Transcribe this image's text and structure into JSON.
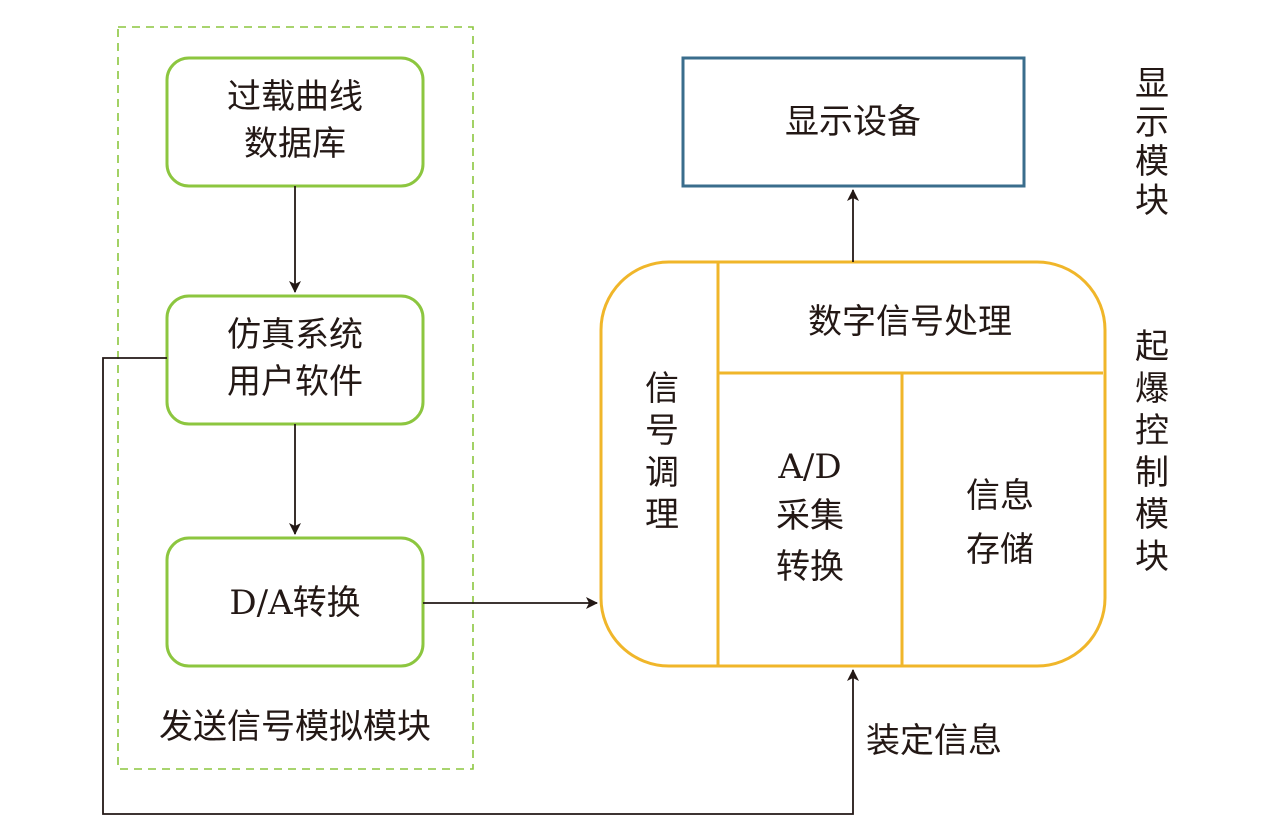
{
  "sender_module": {
    "label": "发送信号模拟模块",
    "database": [
      "过载曲线",
      "数据库"
    ],
    "simulation": [
      "仿真系统",
      "用户软件"
    ],
    "da_conversion": "D/A转换"
  },
  "display_module": {
    "label": "显示模块",
    "device": "显示设备"
  },
  "detonation_module": {
    "label": "起爆控制模块",
    "digital_processing": "数字信号处理",
    "signal_conditioning": "信号调理",
    "ad_acquisition": [
      "A/D",
      "采集",
      "转换"
    ],
    "info_storage": [
      "信息",
      "存储"
    ]
  },
  "loading_info": "装定信息",
  "colors": {
    "sender": "#8cc63f",
    "display": "#3a6d8c",
    "detonation": "#f0b62a",
    "line": "#231815"
  }
}
